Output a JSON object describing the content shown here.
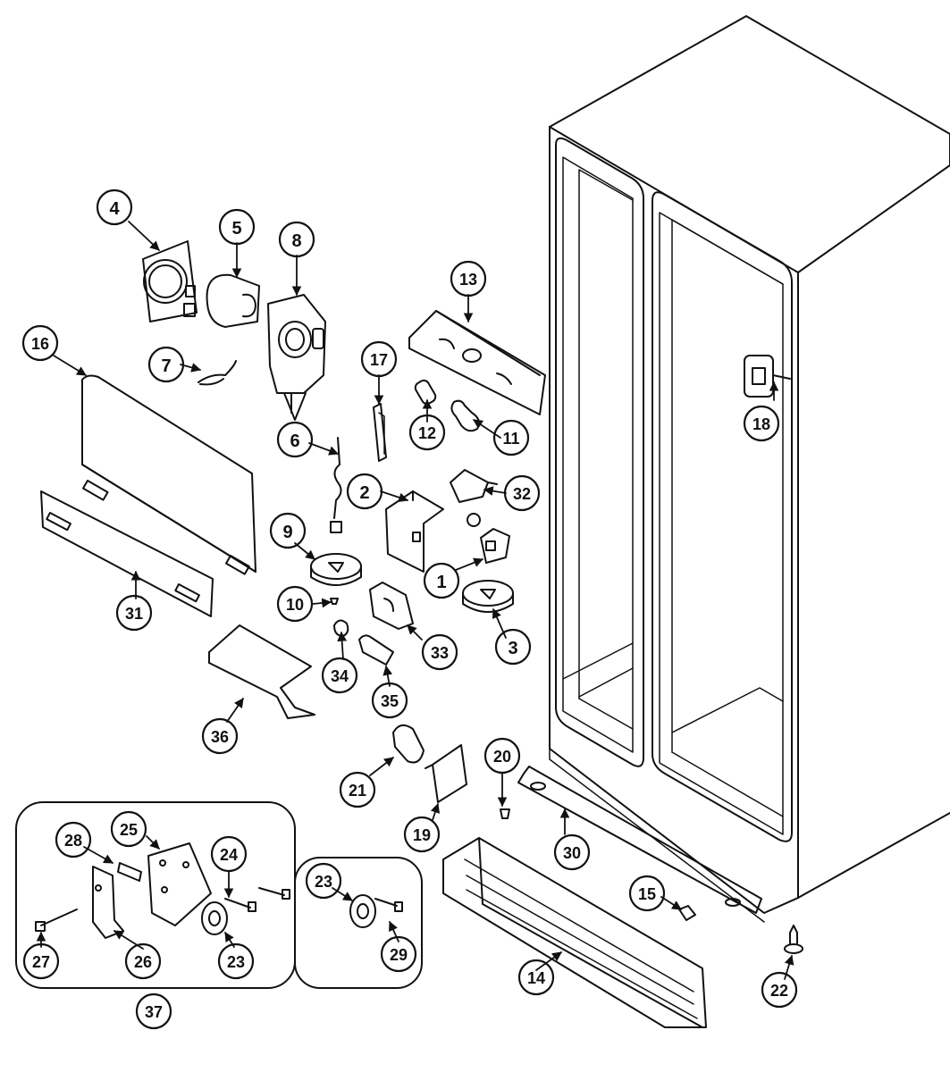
{
  "callouts": [
    {
      "id": "c4",
      "label": "4"
    },
    {
      "id": "c5",
      "label": "5"
    },
    {
      "id": "c8",
      "label": "8"
    },
    {
      "id": "c16",
      "label": "16"
    },
    {
      "id": "c7",
      "label": "7"
    },
    {
      "id": "c13",
      "label": "13"
    },
    {
      "id": "c17",
      "label": "17"
    },
    {
      "id": "c12",
      "label": "12"
    },
    {
      "id": "c11",
      "label": "11"
    },
    {
      "id": "c18",
      "label": "18"
    },
    {
      "id": "c6",
      "label": "6"
    },
    {
      "id": "c2",
      "label": "2"
    },
    {
      "id": "c32",
      "label": "32"
    },
    {
      "id": "c9",
      "label": "9"
    },
    {
      "id": "c1",
      "label": "1"
    },
    {
      "id": "c31",
      "label": "31"
    },
    {
      "id": "c10",
      "label": "10"
    },
    {
      "id": "c3",
      "label": "3"
    },
    {
      "id": "c33",
      "label": "33"
    },
    {
      "id": "c34",
      "label": "34"
    },
    {
      "id": "c35",
      "label": "35"
    },
    {
      "id": "c36",
      "label": "36"
    },
    {
      "id": "c20",
      "label": "20"
    },
    {
      "id": "c21",
      "label": "21"
    },
    {
      "id": "c19",
      "label": "19"
    },
    {
      "id": "c30",
      "label": "30"
    },
    {
      "id": "c28",
      "label": "28"
    },
    {
      "id": "c25",
      "label": "25"
    },
    {
      "id": "c24",
      "label": "24"
    },
    {
      "id": "c23a",
      "label": "23"
    },
    {
      "id": "c15",
      "label": "15"
    },
    {
      "id": "c29",
      "label": "29"
    },
    {
      "id": "c27",
      "label": "27"
    },
    {
      "id": "c26",
      "label": "26"
    },
    {
      "id": "c23b",
      "label": "23"
    },
    {
      "id": "c14",
      "label": "14"
    },
    {
      "id": "c22",
      "label": "22"
    },
    {
      "id": "c37",
      "label": "37"
    }
  ]
}
